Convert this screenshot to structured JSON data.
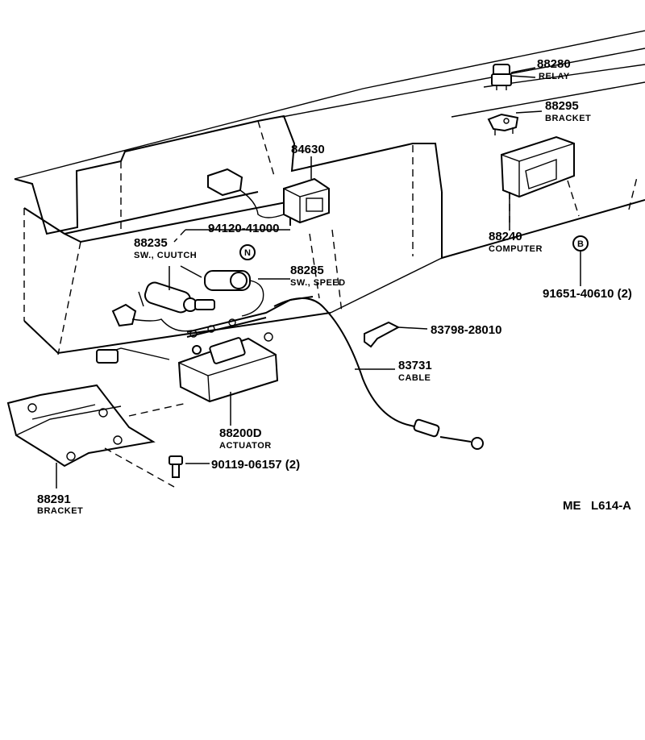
{
  "diagram_code": "ME   L614-A",
  "callouts": [
    {
      "id": "relay",
      "number": "88280",
      "caption": "RELAY"
    },
    {
      "id": "bracket_upper",
      "number": "88295",
      "caption": "BRACKET"
    },
    {
      "id": "connector",
      "number": "84630",
      "caption": ""
    },
    {
      "id": "computer",
      "number": "88240",
      "caption": "COMPUTER"
    },
    {
      "id": "bolt_b",
      "number": "91651-40610 (2)",
      "caption": ""
    },
    {
      "id": "nut",
      "number": "94120-41000",
      "caption": ""
    },
    {
      "id": "clutch_switch",
      "number": "88235",
      "caption": "SW., CUUTCH"
    },
    {
      "id": "speed_switch",
      "number": "88285",
      "caption": "SW., SPEED"
    },
    {
      "id": "clip",
      "number": "83798-28010",
      "caption": ""
    },
    {
      "id": "cable",
      "number": "83731",
      "caption": "CABLE"
    },
    {
      "id": "actuator",
      "number": "88200D",
      "caption": "ACTUATOR"
    },
    {
      "id": "bolt",
      "number": "90119-06157 (2)",
      "caption": ""
    },
    {
      "id": "bracket_lower",
      "number": "88291",
      "caption": "BRACKET"
    }
  ],
  "markers": {
    "n": "N",
    "b": "B"
  }
}
